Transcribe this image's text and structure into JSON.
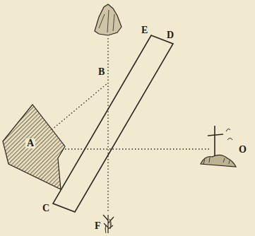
{
  "diagram": {
    "labels": [
      "E",
      "D",
      "B",
      "A",
      "C",
      "O",
      "F"
    ]
  }
}
